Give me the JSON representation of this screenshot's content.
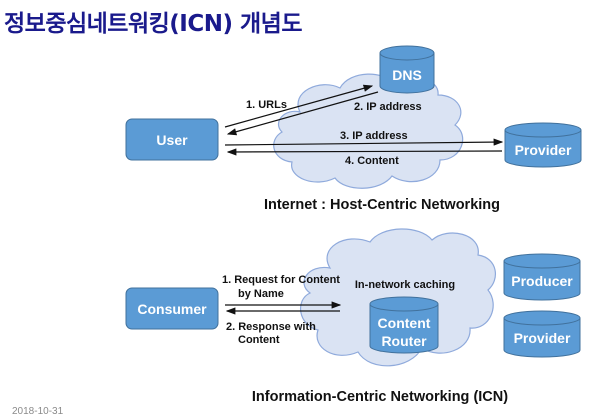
{
  "title": "정보중심네트워킹(ICN) 개념도",
  "date": "2018-10-31",
  "colors": {
    "title": "#1a1a8c",
    "node_fill": "#5b9bd5",
    "node_stroke": "#41719c",
    "cloud_fill": "#dae3f3",
    "cloud_stroke": "#8faadc"
  },
  "top_diagram": {
    "user": "User",
    "dns": "DNS",
    "provider": "Provider",
    "arrows": {
      "a1": "1. URLs",
      "a2": "2. IP address",
      "a3": "3. IP address",
      "a4": "4. Content"
    },
    "caption": "Internet : Host-Centric Networking"
  },
  "bottom_diagram": {
    "consumer": "Consumer",
    "router_line1": "Content",
    "router_line2": "Router",
    "cloud_label": "In-network caching",
    "producer": "Producer",
    "provider": "Provider",
    "arrows": {
      "req_line1": "1. Request for Content",
      "req_line2": "by Name",
      "resp_line1": "2. Response with",
      "resp_line2": "Content"
    },
    "caption": "Information-Centric Networking (ICN)"
  }
}
